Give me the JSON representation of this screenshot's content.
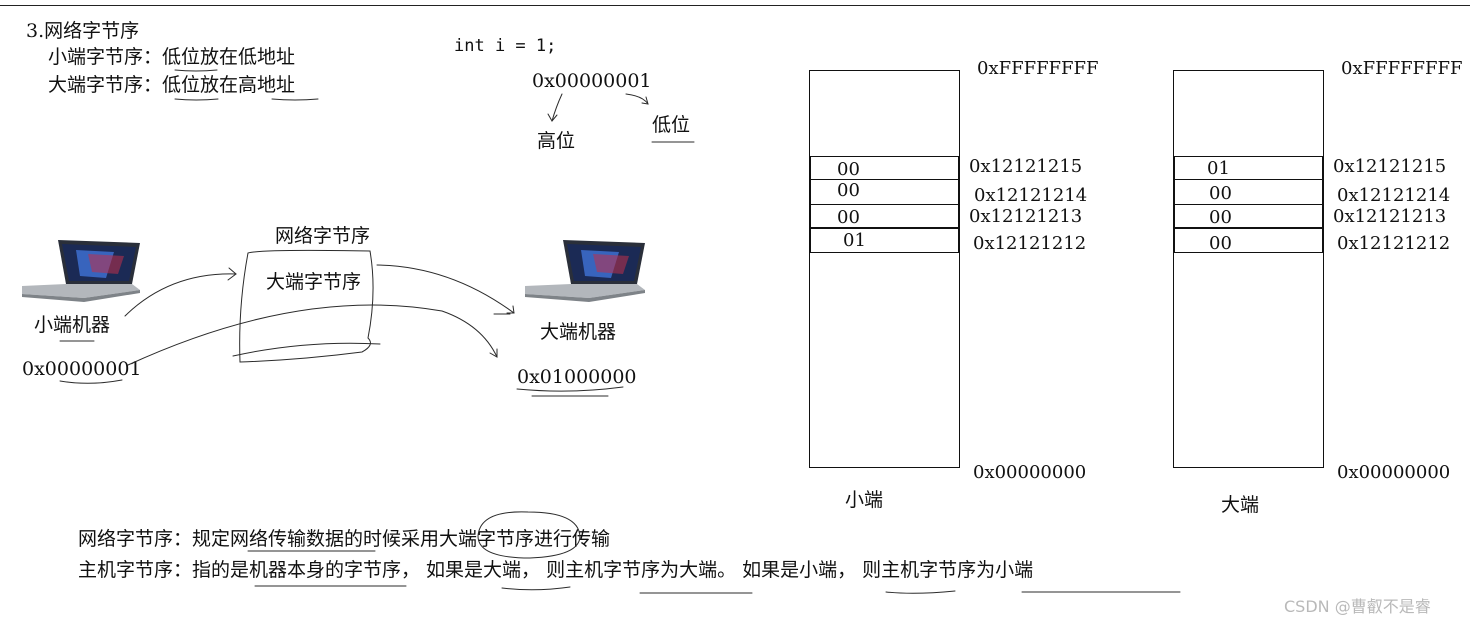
{
  "title": "3.网络字节序",
  "definitions": {
    "little": "小端字节序：低位放在低地址",
    "big": "大端字节序：低位放在高地址"
  },
  "code": {
    "decl": "int i = 1;",
    "hex": "0x00000001",
    "high_label": "高位",
    "low_label": "低位"
  },
  "transfer": {
    "frame_title": "网络字节序",
    "frame_content": "大端字节序",
    "sender_label": "小端机器",
    "sender_value": "0x00000001",
    "receiver_label": "大端机器",
    "receiver_value": "0x01000000"
  },
  "memory_little": {
    "top_addr": "0xFFFFFFFF",
    "cells": [
      "00",
      "00",
      "00",
      "01"
    ],
    "addrs": [
      "0x12121215",
      "0x12121214",
      "0x12121213",
      "0x12121212"
    ],
    "bottom_addr": "0x00000000",
    "caption": "小端"
  },
  "memory_big": {
    "top_addr": "0xFFFFFFFF",
    "cells": [
      "01",
      "00",
      "00",
      "00"
    ],
    "addrs": [
      "0x12121215",
      "0x12121214",
      "0x12121213",
      "0x12121212"
    ],
    "bottom_addr": "0x00000000",
    "caption": "大端"
  },
  "notes": {
    "network": "网络字节序：规定网络传输数据的时候采用大端字节序进行传输",
    "host": "主机字节序：指的是机器本身的字节序， 如果是大端， 则主机字节序为大端。 如果是小端， 则主机字节序为小端"
  },
  "watermark": "CSDN @曹叡不是睿",
  "colors": {
    "ink": "#111111",
    "laptop_body": "#9a9ea3",
    "laptop_screen": "#1b2a55",
    "laptop_art": "#3d6fd0",
    "watermark": "#b9b9b9"
  }
}
